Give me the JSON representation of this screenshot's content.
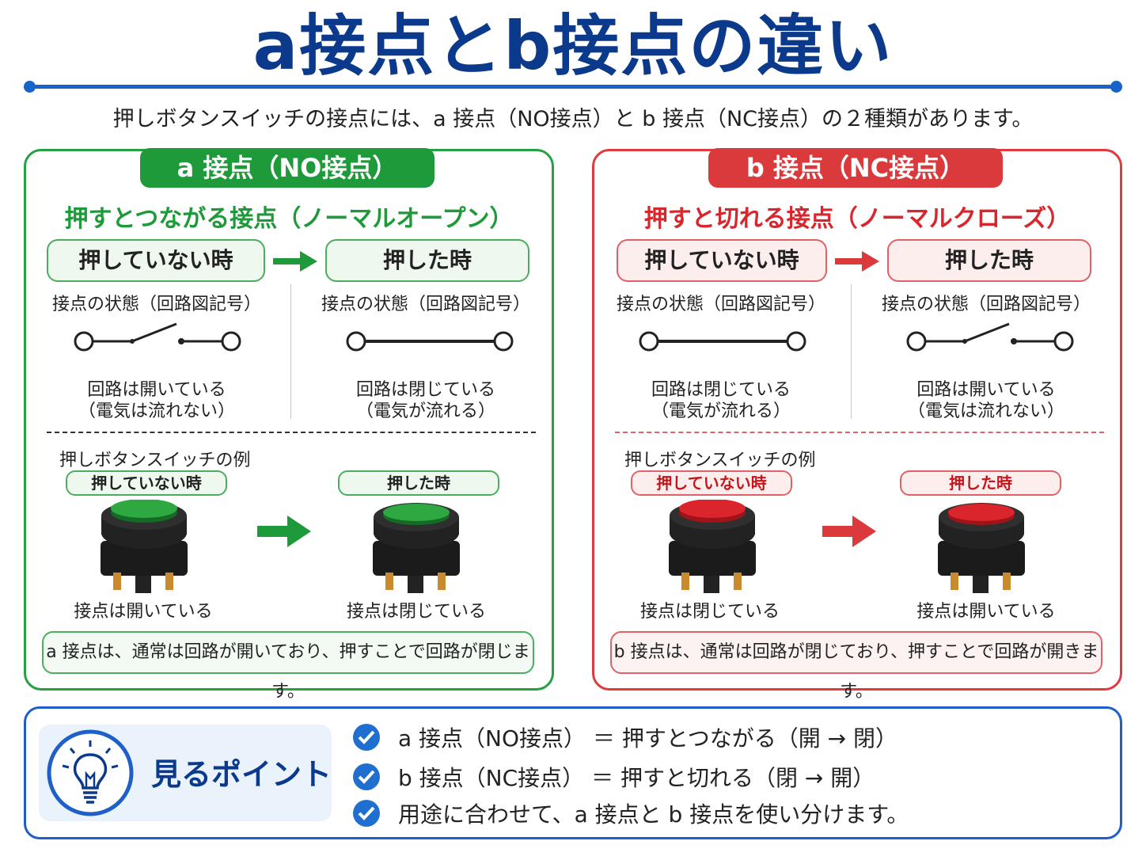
{
  "title": "a接点とb接点の違い",
  "subtitle": "押しボタンスイッチの接点には、a 接点（NO接点）と b 接点（NC接点）の２種類があります。",
  "colors": {
    "green": "#1f9a3a",
    "red": "#db3a3d",
    "blue": "#1763c8",
    "navy": "#0b3a8c"
  },
  "a_panel": {
    "tab": "a 接点（NO接点）",
    "heading": "押すとつながる接点（ノーマルオープン）",
    "state_unpressed": "押していない時",
    "state_pressed": "押した時",
    "symbol_label_left": "接点の状態（回路図記号）",
    "symbol_label_right": "接点の状態（回路図記号）",
    "left_desc_1": "回路は開いている",
    "left_desc_2": "（電気は流れない）",
    "right_desc_1": "回路は閉じている",
    "right_desc_2": "（電気が流れる）",
    "example_label": "押しボタンスイッチの例",
    "pill_unpressed": "押していない時",
    "pill_pressed": "押した時",
    "button_left_caption": "接点は開いている",
    "button_right_caption": "接点は閉じている",
    "note": "a 接点は、通常は回路が開いており、押すことで回路が閉じます。"
  },
  "b_panel": {
    "tab": "b 接点（NC接点）",
    "heading": "押すと切れる接点（ノーマルクローズ）",
    "state_unpressed": "押していない時",
    "state_pressed": "押した時",
    "symbol_label_left": "接点の状態（回路図記号）",
    "symbol_label_right": "接点の状態（回路図記号）",
    "left_desc_1": "回路は閉じている",
    "left_desc_2": "（電気が流れる）",
    "right_desc_1": "回路は開いている",
    "right_desc_2": "（電気は流れない）",
    "example_label": "押しボタンスイッチの例",
    "pill_unpressed": "押していない時",
    "pill_pressed": "押した時",
    "button_left_caption": "接点は閉じている",
    "button_right_caption": "接点は開いている",
    "note": "b 接点は、通常は回路が閉じており、押すことで回路が開きます。"
  },
  "points": {
    "title": "見るポイント",
    "items": [
      "a 接点（NO接点） ＝ 押すとつながる（開 → 閉）",
      "b 接点（NC接点） ＝ 押すと切れる（閉 → 開）",
      "用途に合わせて、a 接点と b 接点を使い分けます。"
    ]
  },
  "icons": [
    "arrow-right-icon",
    "open-switch-icon",
    "closed-switch-icon",
    "push-button-icon",
    "light-bulb-icon",
    "check-icon"
  ]
}
